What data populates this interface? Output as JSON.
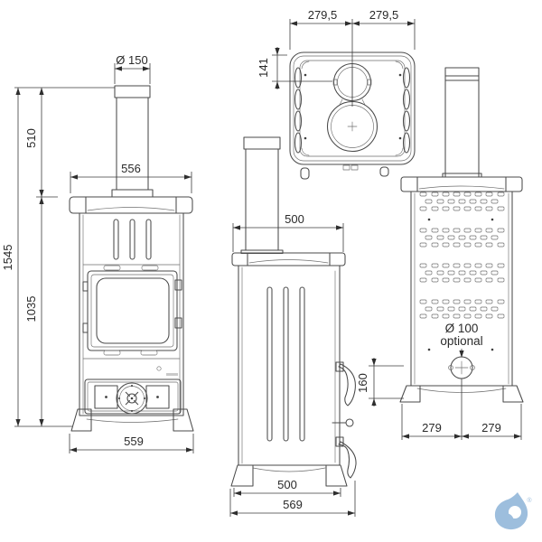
{
  "drawing": {
    "background": "#ffffff",
    "line_color": "#4a4a4a",
    "dimension_color": "#2e2e2e",
    "front_view": {
      "dims": {
        "flue_diameter": "Ø 150",
        "chimney_height": "510",
        "total_height": "1545",
        "body_height": "1035",
        "top_width": "556",
        "base_width": "559"
      }
    },
    "side_view": {
      "dims": {
        "top_depth": "500",
        "base_depth": "500",
        "total_depth": "569",
        "rear_outlet_height": "160"
      }
    },
    "back_view": {
      "dims": {
        "base_half_width_left": "279",
        "base_half_width_right": "279"
      },
      "optional_outlet": {
        "diameter": "Ø 100",
        "label": "optional"
      }
    },
    "top_view": {
      "dims": {
        "half_width_left": "279,5",
        "half_width_right": "279,5",
        "flue_center_offset": "141"
      }
    },
    "logo": {
      "color": "#9dbedd",
      "registered_mark": "®"
    }
  }
}
